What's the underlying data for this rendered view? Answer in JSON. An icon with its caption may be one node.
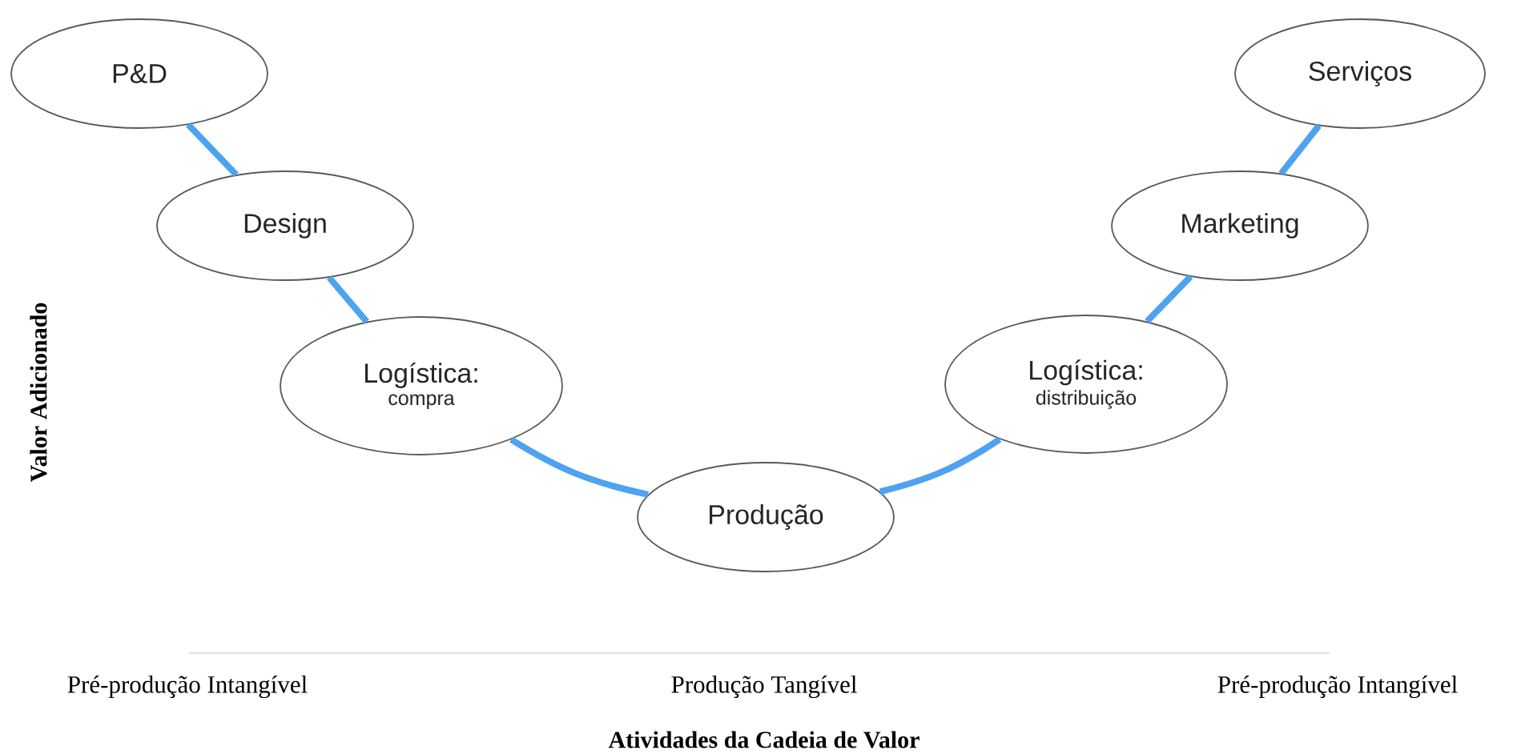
{
  "diagram": {
    "nodes": [
      {
        "text": [
          "P&D"
        ]
      },
      {
        "text": [
          "Design"
        ]
      },
      {
        "text": [
          "Logística:",
          "compra"
        ]
      },
      {
        "text": [
          "Produção"
        ]
      },
      {
        "text": [
          "Logística:",
          "distribuição"
        ]
      },
      {
        "text": [
          "Marketing"
        ]
      },
      {
        "text": [
          "Serviços"
        ]
      }
    ],
    "edges": [
      {
        "from": 0,
        "to": 1,
        "arrow": "none"
      },
      {
        "from": 1,
        "to": 2,
        "arrow": "none"
      },
      {
        "from": 2,
        "to": 3,
        "arrow": "none"
      },
      {
        "from": 3,
        "to": 4,
        "arrow": "none"
      },
      {
        "from": 4,
        "to": 5,
        "arrow": "none"
      },
      {
        "from": 5,
        "to": 6,
        "arrow": "none"
      }
    ],
    "labels": [
      "Valor Adicionado",
      "Pré-produção Intangível",
      "Produção Tangível",
      "Pré-produção Intangível",
      "Atividades da Cadeia de Valor"
    ]
  }
}
